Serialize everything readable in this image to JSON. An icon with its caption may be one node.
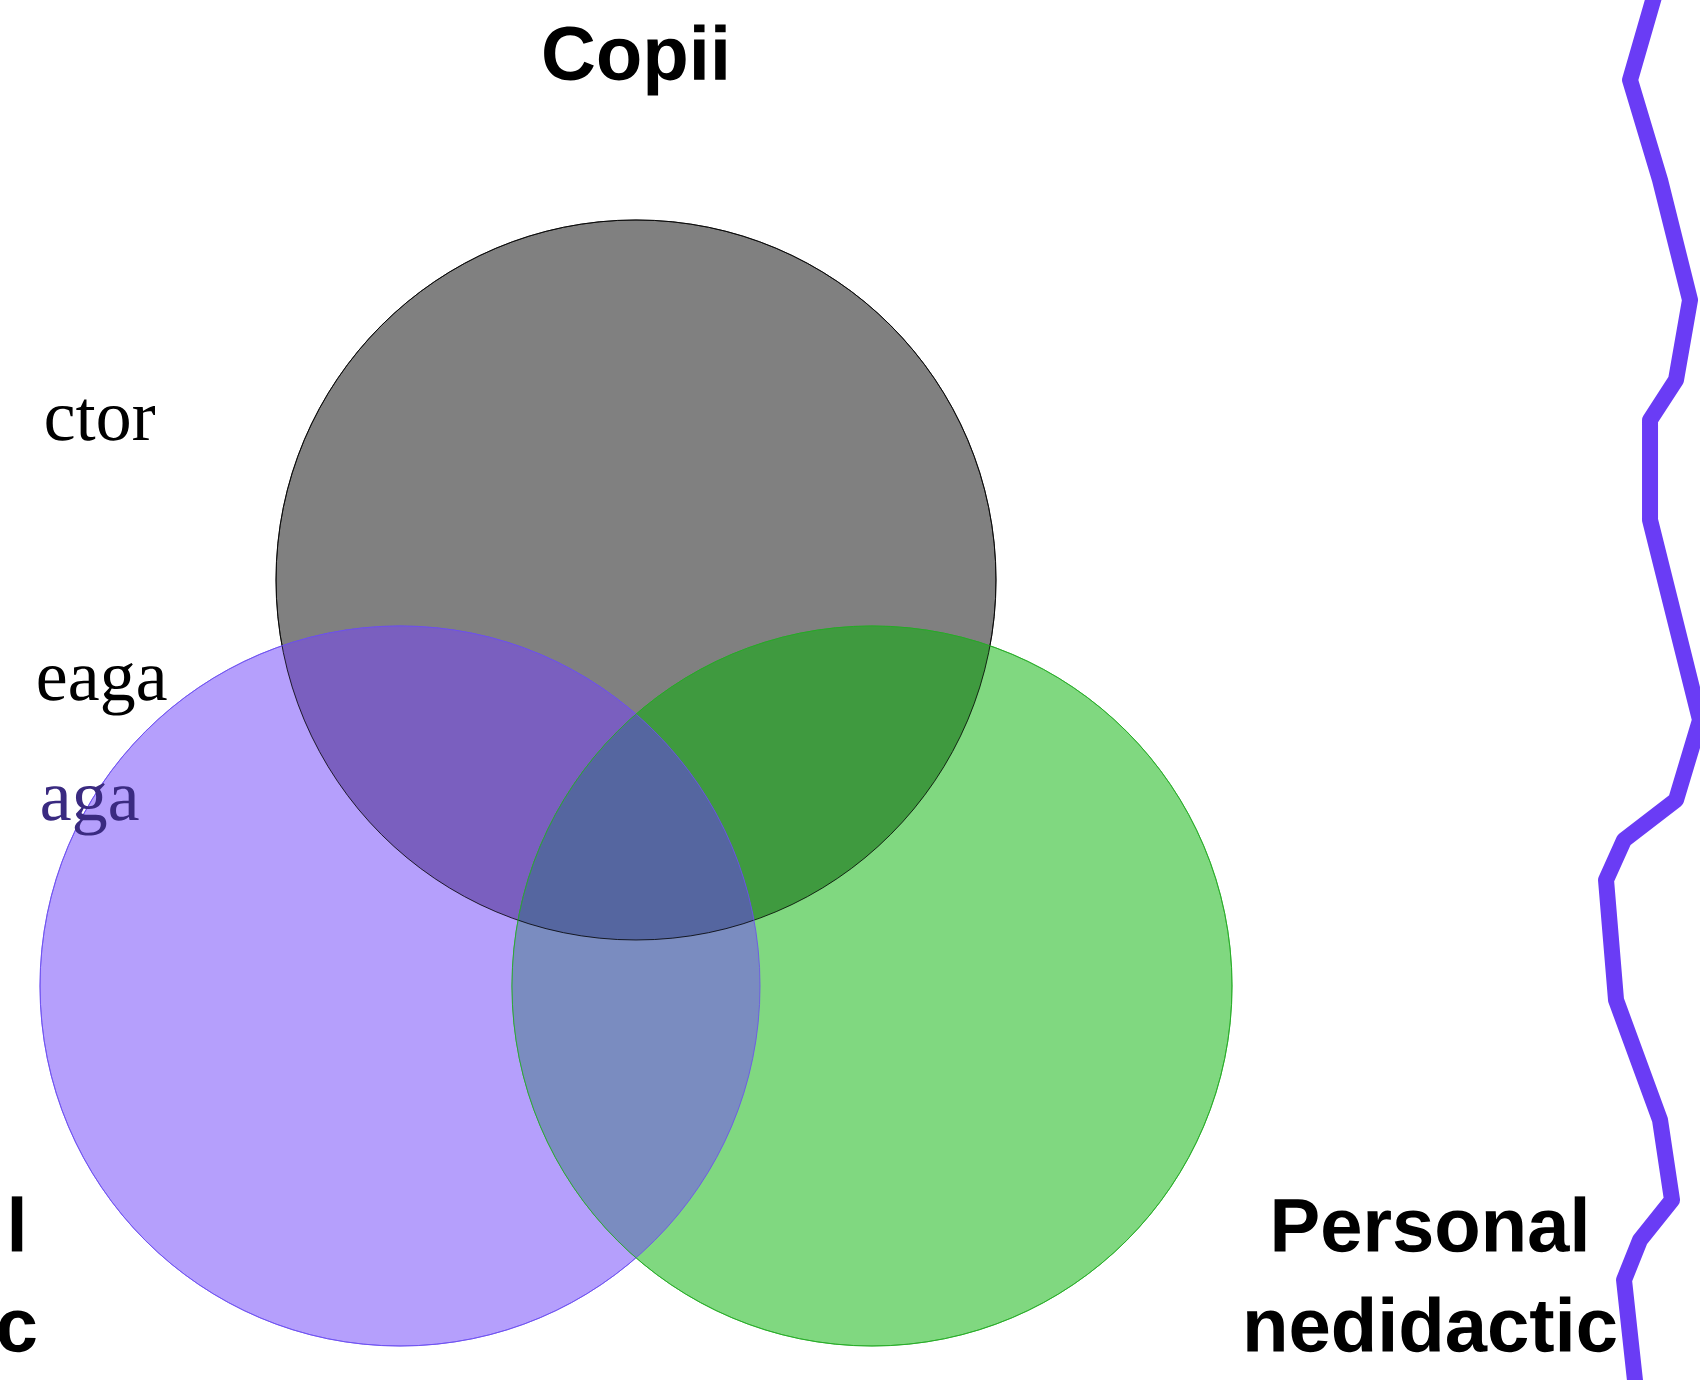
{
  "diagram": {
    "nodes": [
      {
        "text": [
          "Copii"
        ]
      },
      {
        "text": [
          "l c"
        ]
      },
      {
        "text": [
          "Personal nedidactic"
        ]
      }
    ],
    "labels": [
      "ctor",
      "eaga",
      "aga"
    ]
  }
}
